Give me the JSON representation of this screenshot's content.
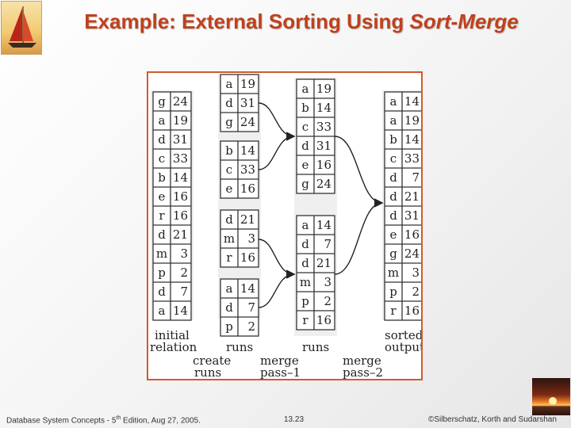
{
  "slide": {
    "title_normal": "Example: External Sorting Using ",
    "title_italic": "Sort-Merge",
    "footer_book": "Database System Concepts - 5",
    "footer_sup": "th",
    "footer_edition": " Edition, Aug 27, 2005.",
    "footer_page": "13.23",
    "footer_copyright": "©Silberschatz, Korth and Sudarshan"
  },
  "diagram": {
    "initial_relation": [
      [
        "g",
        "24"
      ],
      [
        "a",
        "19"
      ],
      [
        "d",
        "31"
      ],
      [
        "c",
        "33"
      ],
      [
        "b",
        "14"
      ],
      [
        "e",
        "16"
      ],
      [
        "r",
        "16"
      ],
      [
        "d",
        "21"
      ],
      [
        "m",
        "3"
      ],
      [
        "p",
        "2"
      ],
      [
        "d",
        "7"
      ],
      [
        "a",
        "14"
      ]
    ],
    "runs": [
      [
        [
          "a",
          "19"
        ],
        [
          "d",
          "31"
        ],
        [
          "g",
          "24"
        ]
      ],
      [
        [
          "b",
          "14"
        ],
        [
          "c",
          "33"
        ],
        [
          "e",
          "16"
        ]
      ],
      [
        [
          "d",
          "21"
        ],
        [
          "m",
          "3"
        ],
        [
          "r",
          "16"
        ]
      ],
      [
        [
          "a",
          "14"
        ],
        [
          "d",
          "7"
        ],
        [
          "p",
          "2"
        ]
      ]
    ],
    "merged_runs": [
      [
        [
          "a",
          "19"
        ],
        [
          "b",
          "14"
        ],
        [
          "c",
          "33"
        ],
        [
          "d",
          "31"
        ],
        [
          "e",
          "16"
        ],
        [
          "g",
          "24"
        ]
      ],
      [
        [
          "a",
          "14"
        ],
        [
          "d",
          "7"
        ],
        [
          "d",
          "21"
        ],
        [
          "m",
          "3"
        ],
        [
          "p",
          "2"
        ],
        [
          "r",
          "16"
        ]
      ]
    ],
    "sorted_output": [
      [
        "a",
        "14"
      ],
      [
        "a",
        "19"
      ],
      [
        "b",
        "14"
      ],
      [
        "c",
        "33"
      ],
      [
        "d",
        "7"
      ],
      [
        "d",
        "21"
      ],
      [
        "d",
        "31"
      ],
      [
        "e",
        "16"
      ],
      [
        "g",
        "24"
      ],
      [
        "m",
        "3"
      ],
      [
        "p",
        "2"
      ],
      [
        "r",
        "16"
      ]
    ],
    "labels": {
      "initial_1": "initial",
      "initial_2": "relation",
      "runs_1": "runs",
      "runs_2": "runs",
      "sorted_1": "sorted",
      "sorted_2": "output",
      "create_1": "create",
      "create_2": "runs",
      "merge1_1": "merge",
      "merge1_2": "pass–1",
      "merge2_1": "merge",
      "merge2_2": "pass–2"
    }
  }
}
